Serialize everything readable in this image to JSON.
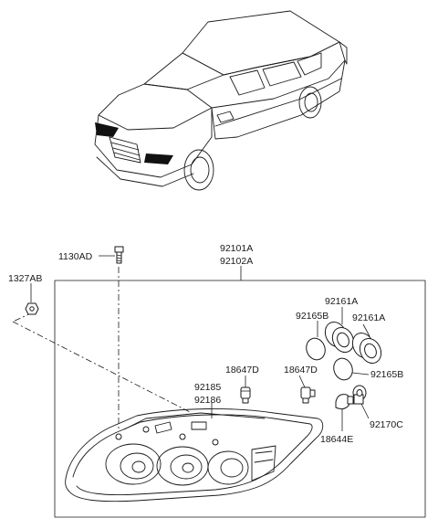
{
  "labels": {
    "p1130AD": "1130AD",
    "p1327AB": "1327AB",
    "p92101A": "92101A",
    "p92102A": "92102A",
    "p92161A_1": "92161A",
    "p92161A_2": "92161A",
    "p92165B_1": "92165B",
    "p92165B_2": "92165B",
    "p18647D_1": "18647D",
    "p18647D_2": "18647D",
    "p92185": "92185",
    "p92186": "92186",
    "p92170C": "92170C",
    "p18644E": "18644E"
  }
}
